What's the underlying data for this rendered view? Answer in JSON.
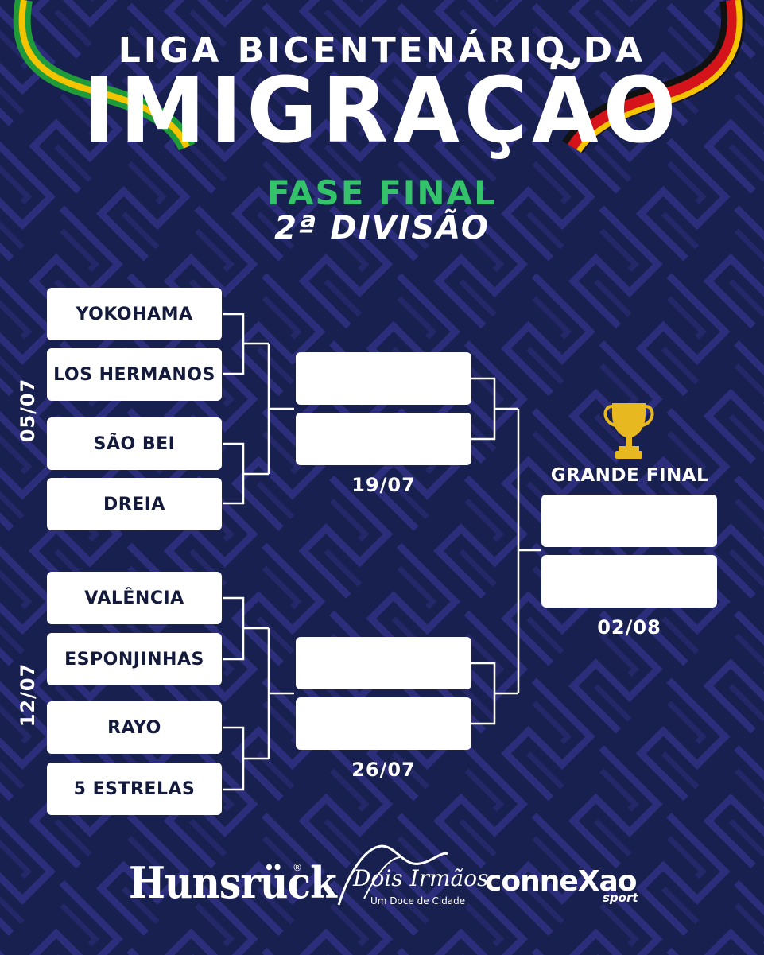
{
  "header": {
    "title_line1": "LIGA BICENTENÁRIO DA",
    "title_line2": "IMIGRAÇÃO",
    "phase": "FASE FINAL",
    "division": "2ª DIVISÃO"
  },
  "bracket": {
    "group1_date": "05/07",
    "group2_date": "12/07",
    "teams_top": [
      "YOKOHAMA",
      "LOS HERMANOS",
      "SÃO BEI",
      "DREIA"
    ],
    "teams_bottom": [
      "VALÊNCIA",
      "ESPONJINHAS",
      "RAYO",
      "5 ESTRELAS"
    ],
    "semi1_date": "19/07",
    "semi2_date": "26/07",
    "final_label": "GRANDE FINAL",
    "final_date": "02/08"
  },
  "sponsors": {
    "hunsruck": "Hunsrück",
    "hunsruck_mark": "®",
    "dois_irmaos": "Dois Irmãos",
    "dois_irmaos_tagline": "Um Doce de Cidade",
    "connexao": "conneXao",
    "connexao_sub": "sport"
  },
  "colors": {
    "background": "#18204f",
    "pattern": "#3a3890",
    "accent_green": "#34c26b",
    "trophy_gold": "#e8b820",
    "flag_green": "#1f9b3a",
    "flag_yellow": "#f5c400",
    "flag_black": "#111111",
    "flag_red": "#d4141a"
  }
}
